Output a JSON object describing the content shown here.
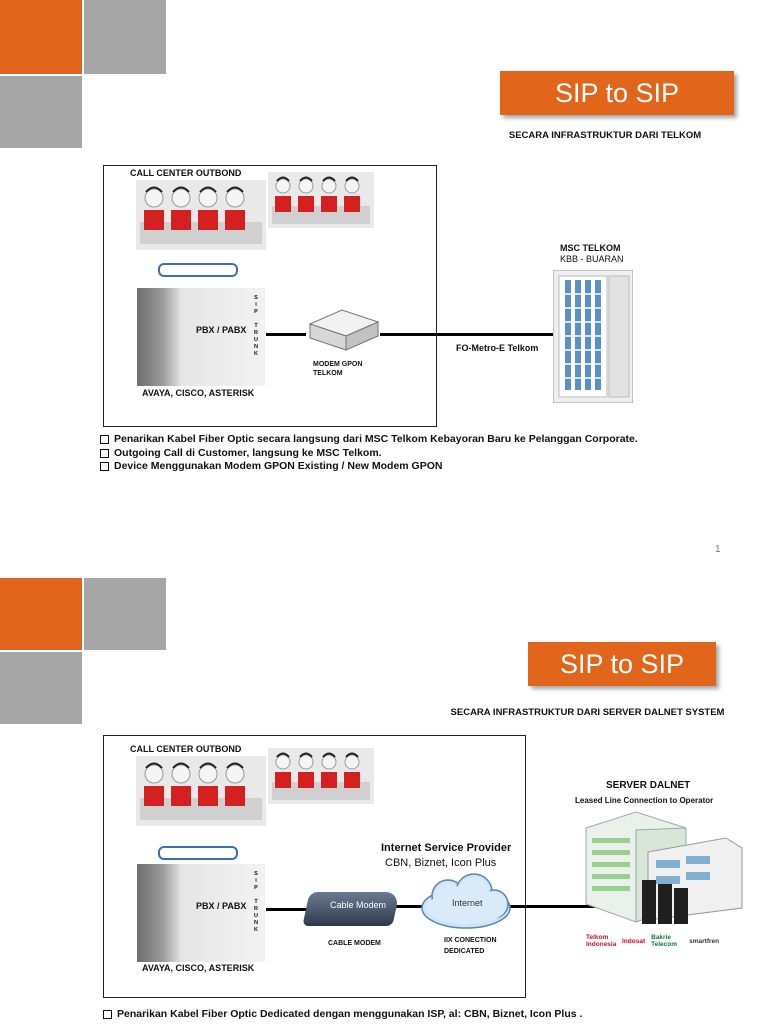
{
  "page_number": "1",
  "slide1": {
    "title": "SIP to SIP",
    "subtitle": "SECARA INFRASTRUKTUR  DARI  TELKOM",
    "call_center_label": "CALL CENTER OUTBOND",
    "pbx_label": "PBX / PABX",
    "sip_trunk_letters": [
      "S",
      "I",
      "P",
      "",
      "T",
      "R",
      "U",
      "N",
      "K"
    ],
    "vendors_label": "AVAYA, CISCO, ASTERISK",
    "modem_label_line1": "MODEM GPON",
    "modem_label_line2": "TELKOM",
    "link_label": "FO-Metro-E Telkom",
    "msc_title": "MSC TELKOM",
    "msc_subtitle": "KBB - BUARAN",
    "bullets": [
      "Penarikan Kabel Fiber Optic  secara langsung dari MSC Telkom Kebayoran Baru ke Pelanggan Corporate.",
      "Outgoing Call di Customer, langsung ke MSC Telkom.",
      "Device Menggunakan Modem GPON Existing / New Modem GPON"
    ]
  },
  "slide2": {
    "title": "SIP to SIP",
    "subtitle": "SECARA INFRASTRUKTUR  DARI  SERVER DALNET SYSTEM",
    "call_center_label": "CALL CENTER OUTBOND",
    "pbx_label": "PBX / PABX",
    "sip_trunk_letters": [
      "S",
      "I",
      "P",
      "",
      "T",
      "R",
      "U",
      "N",
      "K"
    ],
    "vendors_label": "AVAYA, CISCO, ASTERISK",
    "cable_modem_device_text": "Cable Modem",
    "cable_modem_label": "CABLE MODEM",
    "isp_title": "Internet Service Provider",
    "isp_list": "CBN, Biznet, Icon Plus",
    "cloud_text": "Internet",
    "iix_line1": "IIX CONECTION",
    "iix_line2": "DEDICATED",
    "server_title": "SERVER DALNET",
    "server_subtitle": "Leased Line Connection to Operator",
    "operator_logos": [
      "Telkom Indonesia",
      "Indosat",
      "Bakrie Telecom",
      "smartfren"
    ],
    "bullets": [
      "Penarikan Kabel Fiber Optic  Dedicated dengan menggunakan ISP, al: CBN, Biznet, Icon Plus ."
    ]
  },
  "colors": {
    "accent_orange": "#e2651c",
    "block_gray": "#a6a6a6",
    "router_blue": "#3d6fb8",
    "cloud_blue": "#cfe4f5"
  }
}
